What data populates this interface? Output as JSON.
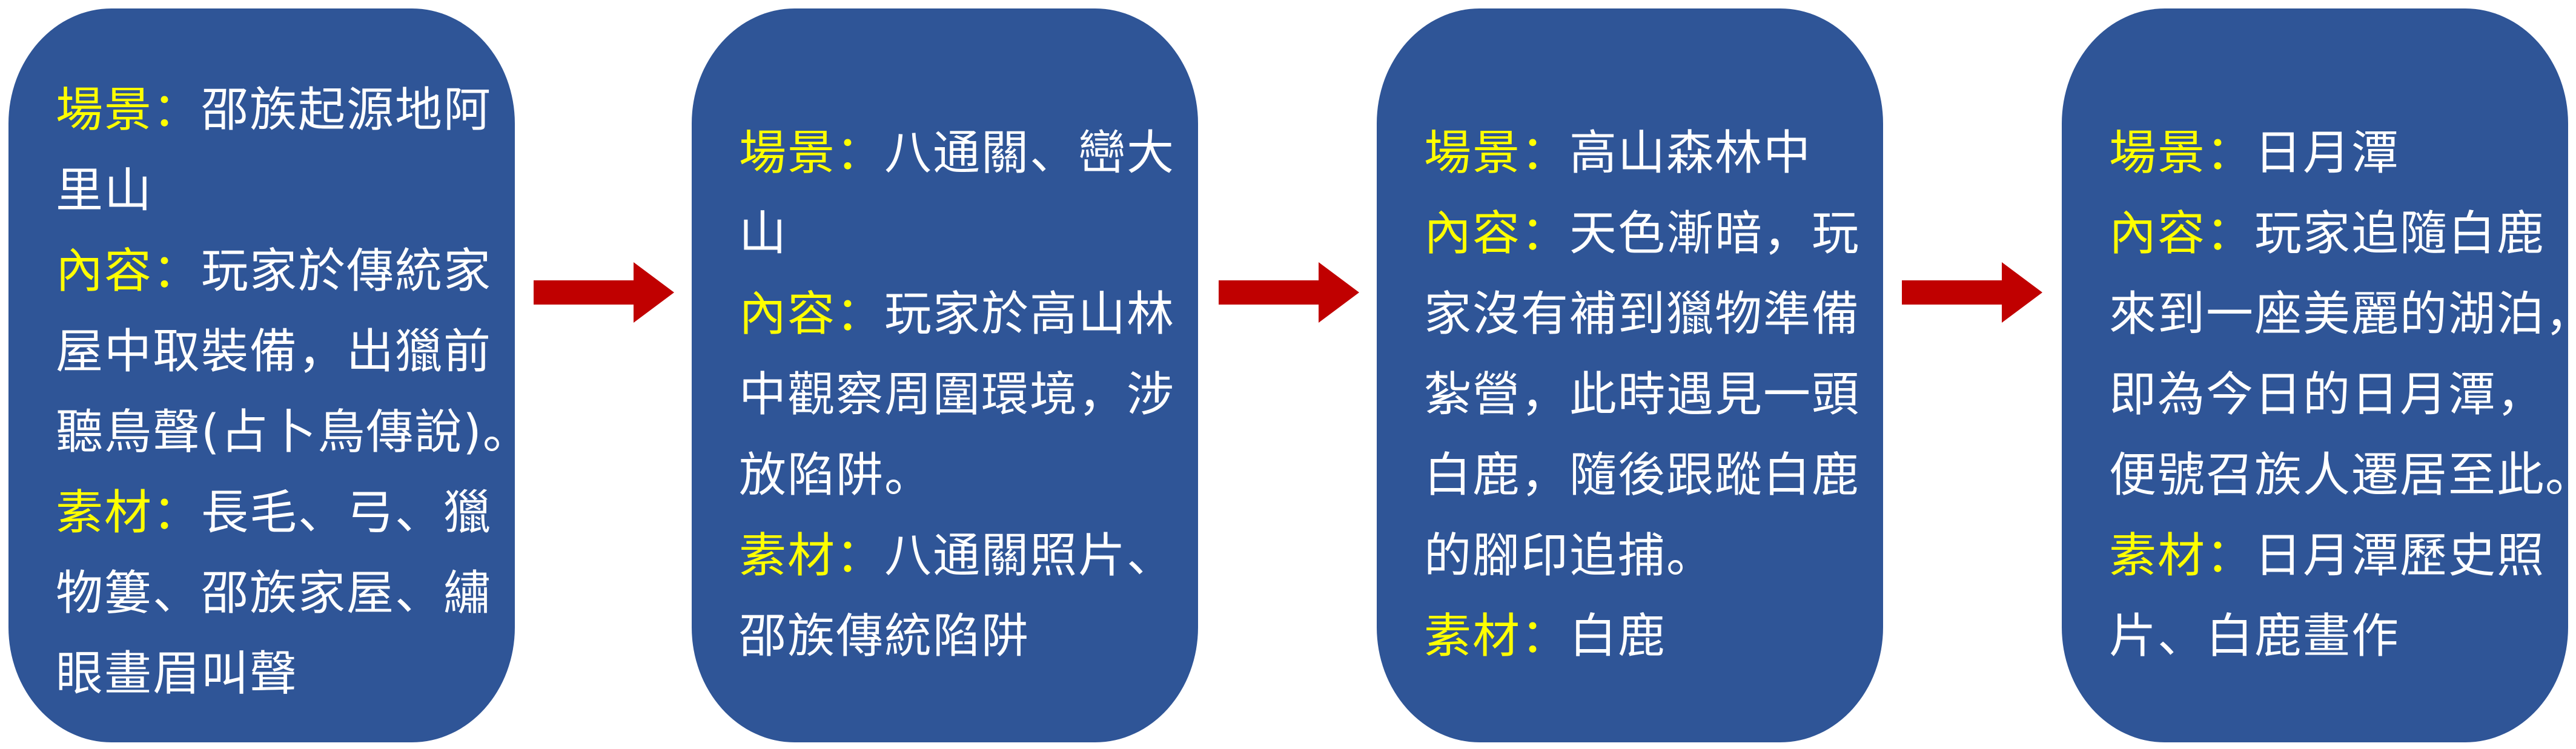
{
  "colors": {
    "card": "#2F5597",
    "label": "#FFFF00",
    "text": "#FFFFFF",
    "arrow": "#C00000"
  },
  "cards": [
    {
      "lines": [
        {
          "label": "場景：",
          "text": "邵族起源地阿"
        },
        {
          "label": "",
          "text": "里山"
        },
        {
          "label": "內容：",
          "text": "玩家於傳統家"
        },
        {
          "label": "",
          "text": "屋中取裝備，出獵前"
        },
        {
          "label": "",
          "text": "聽鳥聲(占卜鳥傳說)。"
        },
        {
          "label": "素材：",
          "text": "長毛、弓、獵"
        },
        {
          "label": "",
          "text": "物簍、邵族家屋、繡"
        },
        {
          "label": "",
          "text": "眼畫眉叫聲"
        }
      ]
    },
    {
      "lines": [
        {
          "label": "場景：",
          "text": "八通關、巒大"
        },
        {
          "label": "",
          "text": "山"
        },
        {
          "label": "內容：",
          "text": "玩家於高山林"
        },
        {
          "label": "",
          "text": "中觀察周圍環境，涉"
        },
        {
          "label": "",
          "text": "放陷阱。"
        },
        {
          "label": "素材：",
          "text": "八通關照片、"
        },
        {
          "label": "",
          "text": "邵族傳統陷阱"
        }
      ]
    },
    {
      "lines": [
        {
          "label": "場景：",
          "text": "高山森林中"
        },
        {
          "label": "內容：",
          "text": "天色漸暗，玩"
        },
        {
          "label": "",
          "text": "家沒有補到獵物準備"
        },
        {
          "label": "",
          "text": "紮營，此時遇見一頭"
        },
        {
          "label": "",
          "text": "白鹿，隨後跟蹤白鹿"
        },
        {
          "label": "",
          "text": "的腳印追捕。"
        },
        {
          "label": "素材：",
          "text": "白鹿"
        }
      ]
    },
    {
      "lines": [
        {
          "label": "場景：",
          "text": "日月潭"
        },
        {
          "label": "內容：",
          "text": "玩家追隨白鹿"
        },
        {
          "label": "",
          "text": "來到一座美麗的湖泊，"
        },
        {
          "label": "",
          "text": "即為今日的日月潭，"
        },
        {
          "label": "",
          "text": "便號召族人遷居至此。"
        },
        {
          "label": "素材：",
          "text": "日月潭歷史照"
        },
        {
          "label": "",
          "text": "片、白鹿畫作"
        }
      ]
    }
  ]
}
